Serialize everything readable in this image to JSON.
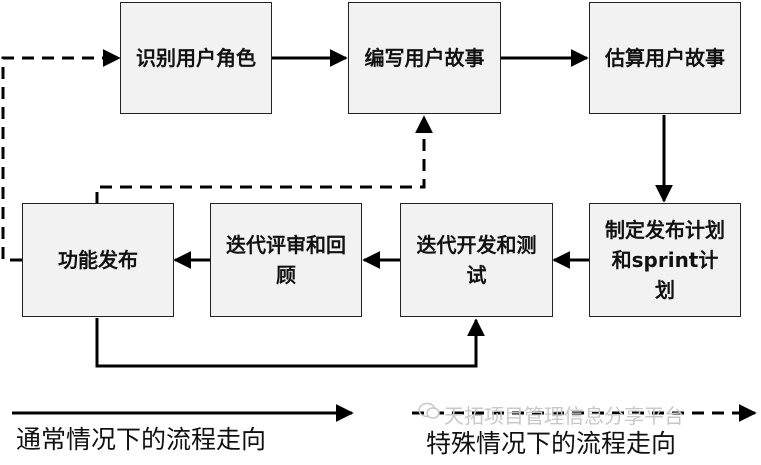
{
  "diagram": {
    "nodes": {
      "identify_roles": "识别用户角色",
      "write_stories": "编写用户故事",
      "estimate_stories": "估算用户故事",
      "plan_release_sprint": "制定发布计划和sprint计划",
      "iterative_dev_test": "迭代开发和测试",
      "iteration_review": "迭代评审和回顾",
      "release": "功能发布"
    },
    "legend": {
      "normal_label": "通常情况下的流程走向",
      "special_label": "特殊情况下的流程走向"
    },
    "watermark": "天拓项目管理信息分享平台"
  }
}
